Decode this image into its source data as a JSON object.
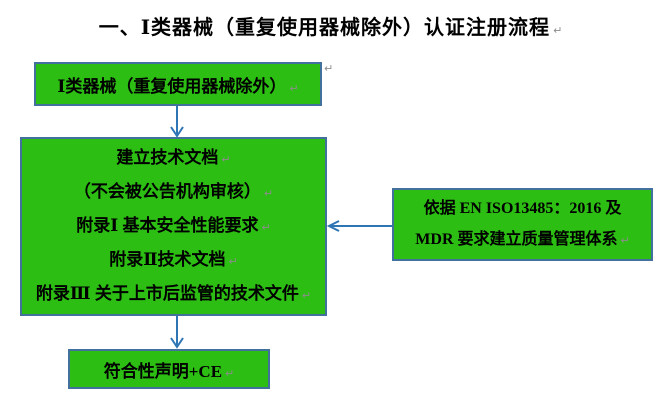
{
  "title": {
    "text": "一、Ⅰ类器械（重复使用器械除外）认证注册流程"
  },
  "marks": {
    "line_break": "↵"
  },
  "colors": {
    "box_fill": "#2CBE13",
    "box_border": "#41719C",
    "arrow": "#2E75B6",
    "text": "#000000",
    "mark": "#8C8C8C",
    "background": "#FFFFFF"
  },
  "boxes": {
    "start": {
      "lines": [
        "Ⅰ类器械（重复使用器械除外）"
      ]
    },
    "tech_doc": {
      "lines": [
        "建立技术文档",
        "（不会被公告机构审核）",
        "附录Ⅰ  基本安全性能要求",
        "附录Ⅱ技术文档",
        "附录Ⅲ 关于上市后监管的技术文件"
      ]
    },
    "qms": {
      "lines": [
        "依据 EN  ISO13485：2016 及",
        "MDR 要求建立质量管理体系"
      ]
    },
    "declaration": {
      "lines": [
        "符合性声明+CE"
      ]
    }
  },
  "connections": [
    {
      "from": "start",
      "to": "tech_doc",
      "direction": "down"
    },
    {
      "from": "qms",
      "to": "tech_doc",
      "direction": "left"
    },
    {
      "from": "tech_doc",
      "to": "declaration",
      "direction": "down"
    }
  ]
}
